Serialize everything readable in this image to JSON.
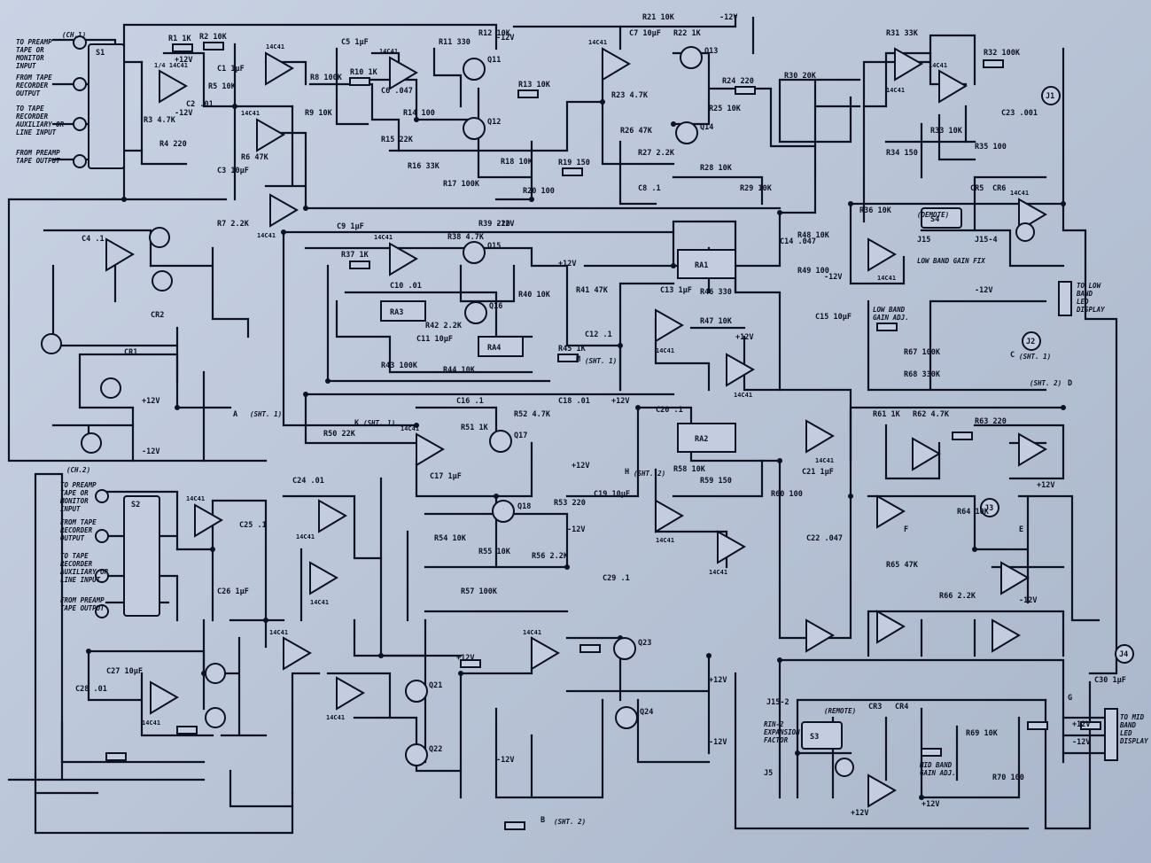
{
  "notes": {
    "ch1": "(CH.1)",
    "ch2": "(CH.2)",
    "preamp_in_1": "TO PREAMP TAPE OR MONITOR INPUT",
    "from_tape_1": "FROM TAPE RECORDER OUTPUT",
    "to_tape_1": "TO TAPE RECORDER AUXILIARY OR LINE INPUT",
    "from_preamp_1": "FROM PREAMP TAPE OUTPUT",
    "preamp_in_2": "TO PREAMP TAPE OR MONITOR INPUT",
    "from_tape_2": "FROM TAPE RECORDER OUTPUT",
    "to_tape_2": "TO TAPE RECORDER AUXILIARY OR LINE INPUT",
    "from_preamp_2": "FROM PREAMP TAPE OUTPUT",
    "low_band": "TO LOW BAND LED DISPLAY",
    "mid_band": "TO MID BAND LED DISPLAY",
    "low_band_gain": "LOW BAND GAIN ADJ.",
    "low_band_gain_fixed": "LOW BAND GAIN FIX",
    "remote": "(REMOTE)",
    "expansion": "RIN-2 EXPANSION FACTOR",
    "mid_band_gain": "MID BAND GAIN ADJ.",
    "demote": "(DEMOTE)",
    "sht1": "(SHT. 1)",
    "sht1b": "(SHT. 1)",
    "sht1c": "(SHT. 1)",
    "sht1d": "(SHT. 1)",
    "sht2": "(SHT. 2)",
    "sht2b": "(SHT. 2)",
    "sht2c": "(SHT. 2)"
  },
  "labels": {
    "s1": "S1",
    "s2": "S2",
    "s3": "S3",
    "s4": "S4",
    "j1": "J1",
    "j2": "J2",
    "j3": "J3",
    "j4": "J4",
    "j5": "J5",
    "j15": "J15",
    "j15b": "J15-2",
    "j15c": "J15-4",
    "q11": "Q11",
    "q12": "Q12",
    "q13": "Q13",
    "q14": "Q14",
    "q15": "Q15",
    "q16": "Q16",
    "q17": "Q17",
    "q18": "Q18",
    "q21": "Q21",
    "q22": "Q22",
    "q23": "Q23",
    "q24": "Q24",
    "ic1": "1/4 14C41",
    "ic2": "14C41",
    "ic3": "14C41",
    "ic4": "14C41",
    "ic5": "14C41",
    "ic6": "14C41",
    "ic7": "14C41",
    "ic8": "14C41",
    "ic9": "14C41",
    "ic10": "14C41",
    "ic11": "14C41",
    "ic12": "14C41",
    "ic13": "14C41",
    "ic14": "14C41",
    "ic15": "14C41",
    "ic16": "14C41",
    "ic17": "14C41",
    "ic18": "14C41",
    "ic19": "14C41",
    "ic20": "14C41",
    "ic21": "14C41",
    "ic22": "14C41",
    "ic23": "14C41",
    "ic24": "14C41",
    "ra1": "RA1",
    "ra2": "RA2",
    "ra3": "RA3",
    "ra4": "RA4",
    "r1": "R1 1K",
    "r2": "R2 10K",
    "r3": "R3 4.7K",
    "r4": "R4 220",
    "r5": "R5 10K",
    "r6": "R6 47K",
    "r7": "R7 2.2K",
    "r8": "R8 100K",
    "r9": "R9 10K",
    "r10": "R10 1K",
    "r11": "R11 330",
    "r12": "R12 10K",
    "r13": "R13 10K",
    "r14": "R14 100",
    "r15": "R15 22K",
    "r16": "R16 33K",
    "r17": "R17 100K",
    "r18": "R18 10K",
    "r19": "R19 150",
    "r20": "R20 100",
    "r21": "R21 10K",
    "r22": "R22 1K",
    "r23": "R23 4.7K",
    "r24": "R24 220",
    "r25": "R25 10K",
    "r26": "R26 47K",
    "r27": "R27 2.2K",
    "r28": "R28 10K",
    "r29": "R29 10K",
    "r30": "R30 20K",
    "r31": "R31 33K",
    "r32": "R32 100K",
    "r33": "R33 10K",
    "r34": "R34 150",
    "r35": "R35 100",
    "r36": "R36 10K",
    "r37": "R37 1K",
    "r38": "R38 4.7K",
    "r39": "R39 220",
    "r40": "R40 10K",
    "r41": "R41 47K",
    "r42": "R42 2.2K",
    "r43": "R43 100K",
    "r44": "R44 10K",
    "r45": "R45 1K",
    "r46": "R46 330",
    "r47": "R47 10K",
    "r48": "R48 10K",
    "r49": "R49 100",
    "r50": "R50 22K",
    "r51": "R51 1K",
    "r52": "R52 4.7K",
    "r53": "R53 220",
    "r54": "R54 10K",
    "r55": "R55 10K",
    "r56": "R56 2.2K",
    "r57": "R57 100K",
    "r58": "R58 10K",
    "r59": "R59 150",
    "r60": "R60 100",
    "r61": "R61 1K",
    "r62": "R62 4.7K",
    "r63": "R63 220",
    "r64": "R64 10K",
    "r65": "R65 47K",
    "r66": "R66 2.2K",
    "r67": "R67 100K",
    "r68": "R68 330K",
    "r69": "R69 10K",
    "r70": "R70 100",
    "c1": "C1 1µF",
    "c2": "C2 .01",
    "c3": "C3 10µF",
    "c4": "C4 .1",
    "c5": "C5 1µF",
    "c6": "C6 .047",
    "c7": "C7 10µF",
    "c8": "C8 .1",
    "c9": "C9 1µF",
    "c10": "C10 .01",
    "c11": "C11 10µF",
    "c12": "C12 .1",
    "c13": "C13 1µF",
    "c14": "C14 .047",
    "c15": "C15 10µF",
    "c16": "C16 .1",
    "c17": "C17 1µF",
    "c18": "C18 .01",
    "c19": "C19 10µF",
    "c20": "C20 .1",
    "c21": "C21 1µF",
    "c22": "C22 .047",
    "c23": "C23 .001",
    "c24": "C24 .01",
    "c25": "C25 .1",
    "c26": "C26 1µF",
    "c27": "C27 10µF",
    "c28": "C28 .01",
    "c29": "C29 .1",
    "c30": "C30 1µF",
    "cr1": "CR1",
    "cr2": "CR2",
    "cr3": "CR3",
    "cr4": "CR4",
    "cr5": "CR5",
    "cr6": "CR6",
    "pv12": "+12V",
    "nv12": "-12V",
    "pv12b": "+12V",
    "nv12b": "-12V",
    "pv12c": "+12V",
    "nv12c": "-12V",
    "pv12d": "+12V",
    "nv12d": "-12V",
    "pv12e": "+12V",
    "nv12e": "-12V",
    "pv12f": "+12V",
    "nv12f": "-12V",
    "pv12g": "+12V",
    "nv12g": "-12V",
    "pv12h": "+12V",
    "nv12h": "-12V",
    "pv12i": "+12V",
    "nv12i": "-12V",
    "pv12j": "+12V",
    "nv12j": "-12V",
    "pv12k": "+12V",
    "nv12k": "-12V",
    "pv12l": "+12V",
    "nv12l": "-12V",
    "ptA": "A",
    "ptB": "B",
    "ptC": "C",
    "ptD": "D",
    "ptE": "E",
    "ptF": "F",
    "ptG": "G",
    "ptH": "H",
    "ptK": "K",
    "ptM": "M"
  }
}
